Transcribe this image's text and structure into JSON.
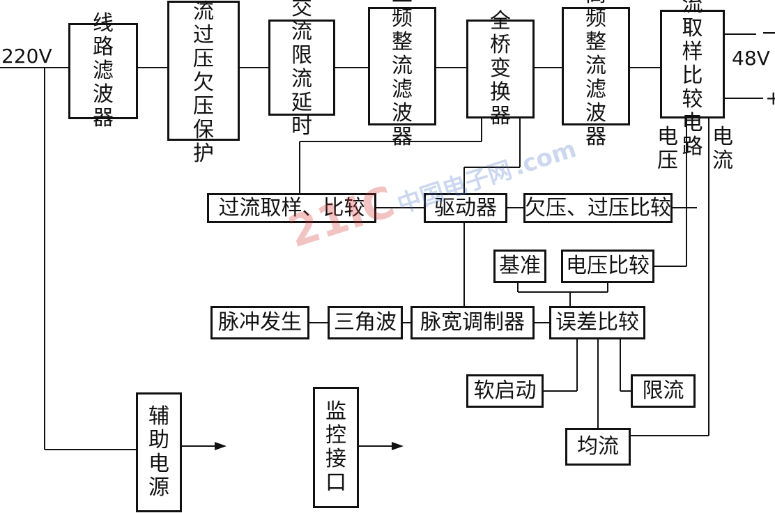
{
  "input_label": "220V",
  "output": {
    "voltage": "48V",
    "minus": "−",
    "plus": "+"
  },
  "main_chain": [
    "线路滤波器",
    "交流过压欠压保护",
    "交流限流延时",
    "工频整流滤波器",
    "全桥变换器",
    "高频整流滤波器",
    "过流取样比较电路"
  ],
  "feedback_labels": {
    "voltage": "电压",
    "current": "电流"
  },
  "control": {
    "oc_sample": "过流取样、比较",
    "driver": "驱动器",
    "uv_ov": "欠压、过压比较",
    "reference": "基准",
    "voltage_compare": "电压比较",
    "pulse_gen": "脉冲发生",
    "triangle": "三角波",
    "pwm": "脉宽调制器",
    "error_compare": "误差比较",
    "soft_start": "软启动",
    "current_limit": "限流",
    "current_share": "均流"
  },
  "aux_power": "辅助电源",
  "monitor_port": "监控接口",
  "watermark": {
    "logo": "21IC",
    "site": "中国电子网",
    "domain": ".com"
  }
}
